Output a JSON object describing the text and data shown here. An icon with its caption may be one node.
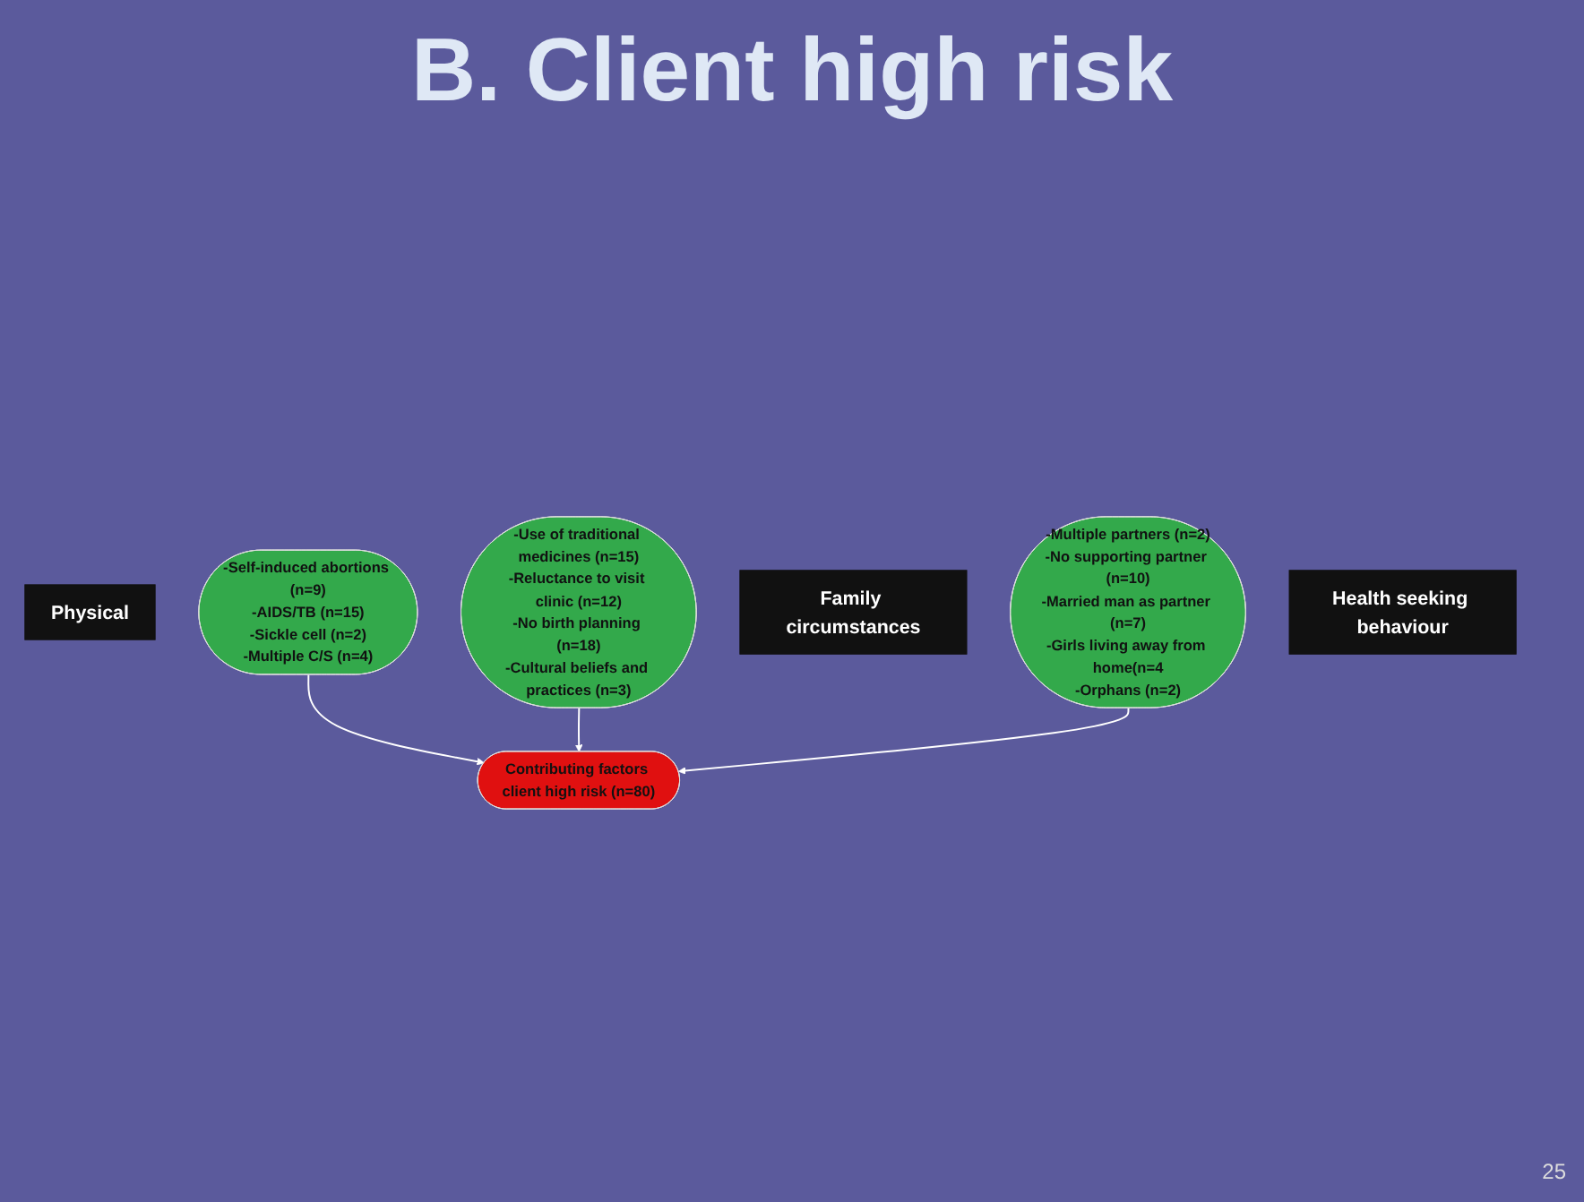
{
  "diagram": {
    "title": "B. Client high risk",
    "nodes": [
      {
        "text": [
          "Physical"
        ]
      },
      {
        "text": [
          "-Self-induced abortions (n=9)",
          "-AIDS/TB (n=15)",
          "-Sickle cell (n=2)",
          "-Multiple C/S (n=4)"
        ]
      },
      {
        "text": [
          "Contributing factors client high risk (n=80)"
        ]
      },
      {
        "text": [
          "-Use of traditional medicines (n=15)",
          "-Reluctance to visit clinic (n=12)",
          "-No birth planning (n=18)",
          "-Cultural beliefs and practices (n=3)"
        ]
      },
      {
        "text": [
          "Family circumstances"
        ]
      },
      {
        "text": [
          "-Multiple partners (n=2)",
          "-No supporting partner (n=10)",
          "-Married man as partner (n=7)",
          "-Girls living away from home(n=4",
          "-Orphans (n=2)"
        ]
      },
      {
        "text": [
          "Health seeking behaviour"
        ]
      }
    ],
    "edges": [
      {
        "from": 1,
        "to": 2,
        "arrow": "to"
      },
      {
        "from": 3,
        "to": 2,
        "arrow": "to"
      },
      {
        "from": 5,
        "to": 2,
        "arrow": "to"
      }
    ],
    "labels": [
      "25"
    ]
  }
}
